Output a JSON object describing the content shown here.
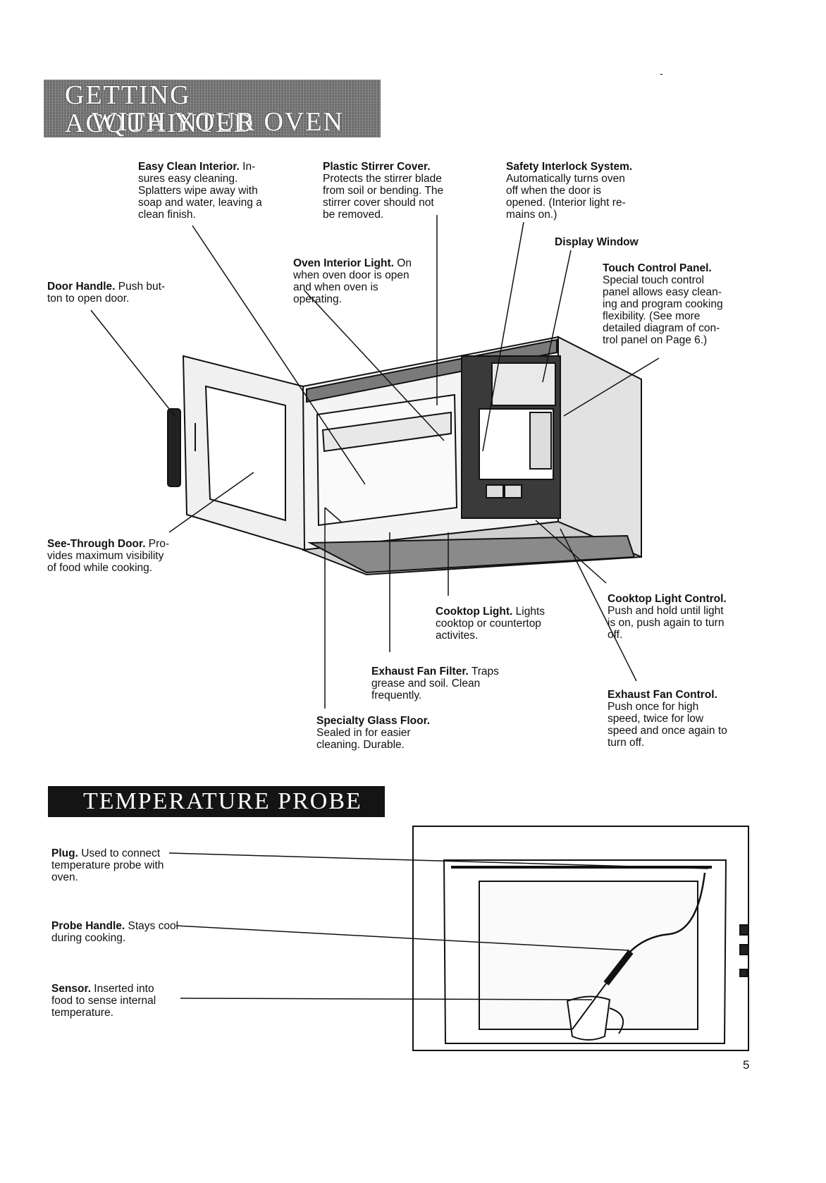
{
  "header": {
    "title_line1": "Getting Acquainted",
    "title_line2": "With Your Oven"
  },
  "oven_labels": {
    "easy_clean": {
      "title": "Easy Clean Interior.",
      "body": " In-\nsures easy cleaning.\nSplatters wipe away with\nsoap and water, leaving a\nclean finish."
    },
    "stirrer_cover": {
      "title": "Plastic Stirrer Cover.",
      "body": "\nProtects the stirrer blade\nfrom soil or bending. The\nstirrer cover should not\nbe removed."
    },
    "safety_interlock": {
      "title": "Safety Interlock System.",
      "body": "\nAutomatically turns oven\noff when the door is\nopened. (Interior light re-\nmains on.)"
    },
    "display_window": {
      "title": "Display Window",
      "body": ""
    },
    "touch_panel": {
      "title": "Touch Control Panel.",
      "body": "\nSpecial touch control\npanel allows easy clean-\ning and program cooking\nflexibility. (See more\ndetailed diagram of con-\ntrol panel on Page 6.)"
    },
    "interior_light": {
      "title": "Oven Interior Light.",
      "body": " On\nwhen oven door is open\nand when oven is\noperating."
    },
    "door_handle": {
      "title": "Door Handle.",
      "body": " Push but-\nton to open door."
    },
    "see_through_door": {
      "title": "See-Through Door.",
      "body": " Pro-\nvides maximum visibility\nof food while cooking."
    },
    "cooktop_light": {
      "title": "Cooktop Light.",
      "body": " Lights\ncooktop or countertop\nactivites."
    },
    "cooktop_light_control": {
      "title": "Cooktop Light Control.",
      "body": "\nPush and hold until light\nis on, push again to turn\noff."
    },
    "exhaust_filter": {
      "title": "Exhaust Fan Filter.",
      "body": " Traps\ngrease and soil. Clean\nfrequently."
    },
    "exhaust_control": {
      "title": "Exhaust Fan Control.",
      "body": "\nPush once for high\nspeed, twice for low\nspeed and once again to\nturn off."
    },
    "glass_floor": {
      "title": "Specialty Glass Floor.",
      "body": "\nSealed in for easier\ncleaning. Durable."
    }
  },
  "probe_section": {
    "title": "Temperature Probe",
    "plug": {
      "title": "Plug.",
      "body": " Used to connect\ntemperature probe with\noven."
    },
    "handle": {
      "title": "Probe Handle.",
      "body": " Stays cool\nduring cooking."
    },
    "sensor": {
      "title": "Sensor.",
      "body": " Inserted into\nfood to sense internal\ntemperature."
    }
  },
  "page_number": "5",
  "corner_mark": "-"
}
